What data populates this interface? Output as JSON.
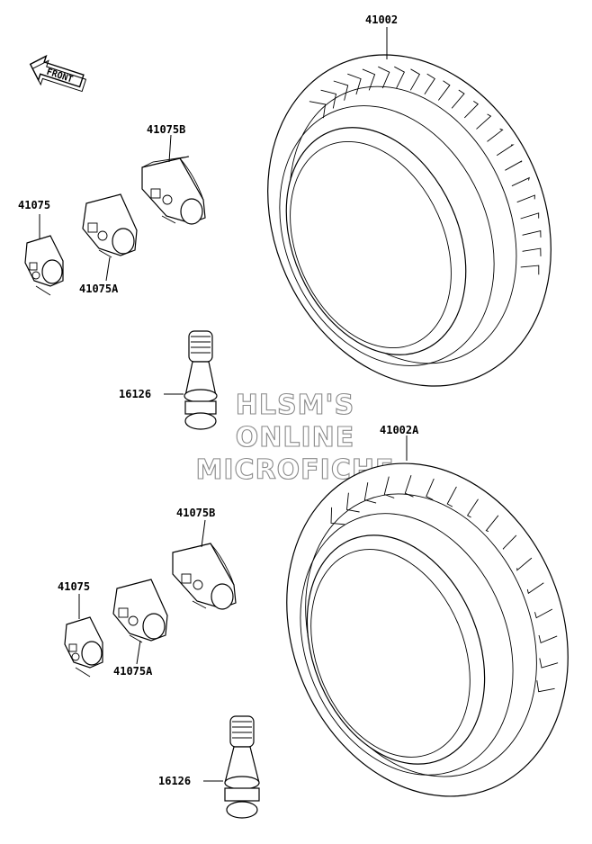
{
  "front_label": "FRONT",
  "watermark": [
    "HLSM'S",
    "ONLINE",
    "MICROFICHE"
  ],
  "upper": {
    "tire": "41002",
    "weight_b": "41075B",
    "weight_plain": "41075",
    "weight_a": "41075A",
    "valve": "16126"
  },
  "lower": {
    "tire": "41002A",
    "weight_b": "41075B",
    "weight_plain": "41075",
    "weight_a": "41075A",
    "valve": "16126"
  }
}
